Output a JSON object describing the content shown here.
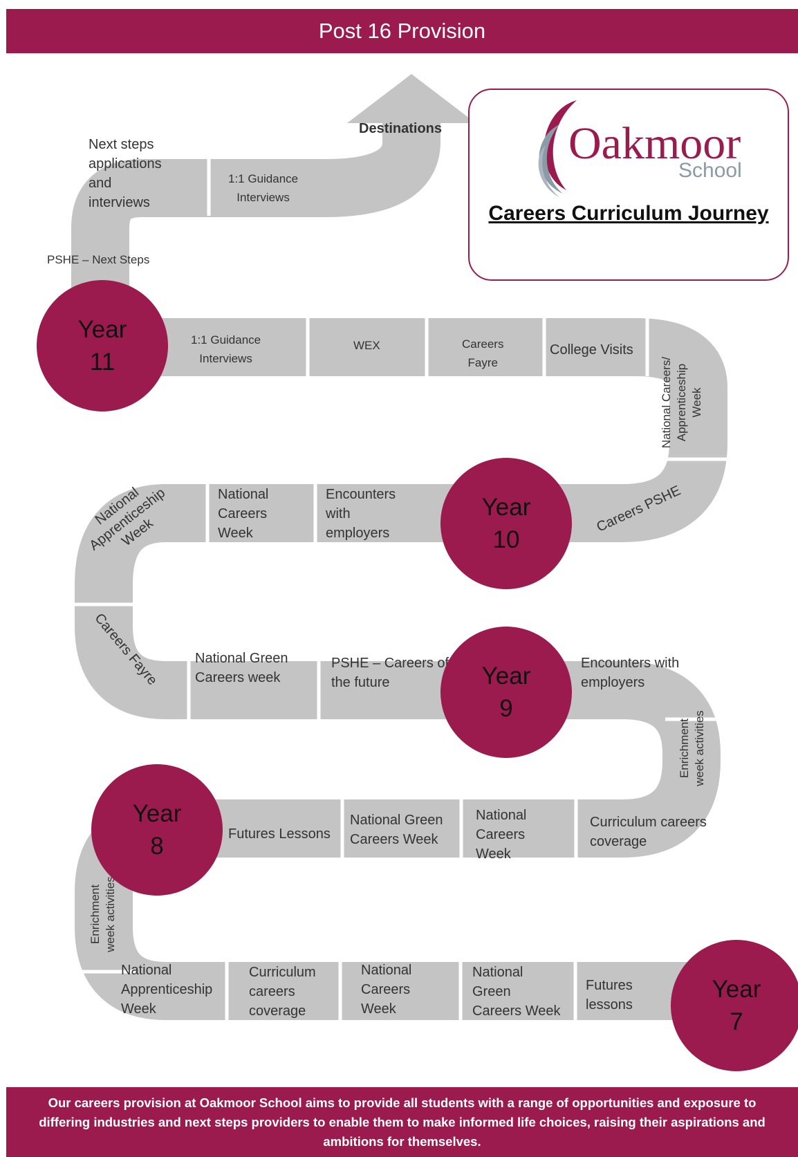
{
  "header": {
    "title": "Post 16 Provision"
  },
  "logo": {
    "name": "Oakmoor",
    "sub": "School",
    "title": "Careers Curriculum Journey"
  },
  "destinations": "Destinations",
  "years": {
    "y7": {
      "label": "Year",
      "num": "7"
    },
    "y8": {
      "label": "Year",
      "num": "8"
    },
    "y9": {
      "label": "Year",
      "num": "9"
    },
    "y10": {
      "label": "Year",
      "num": "10"
    },
    "y11": {
      "label": "Year",
      "num": "11"
    }
  },
  "post16": {
    "next_steps": "Next steps\napplications\nand\ninterviews",
    "guidance": "1:1 Guidance\nInterviews",
    "pshe": "PSHE – Next Steps"
  },
  "year11": {
    "guidance": "1:1 Guidance\nInterviews",
    "wex": "WEX",
    "fayre": "Careers\nFayre",
    "college": "College Visits",
    "nat_careers": "National Careers/\nApprenticeship\nWeek"
  },
  "year10": {
    "pshe": "Careers PSHE",
    "encounters": "Encounters\nwith\nemployers",
    "nat_careers": "National\nCareers\nWeek",
    "nat_app": "National\nApprenticeship\nWeek"
  },
  "year9": {
    "fayre": "Careers Fayre",
    "green": "National Green\nCareers week",
    "pshe_future": "PSHE – Careers of\nthe future",
    "encounters": "Encounters with\nemployers",
    "enrichment": "Enrichment\nweek activities"
  },
  "year8": {
    "futures": "Futures Lessons",
    "green": "National Green\nCareers Week",
    "nat_careers": "National\nCareers\nWeek",
    "curriculum": "Curriculum careers\ncoverage",
    "enrichment": "Enrichment\nweek activities"
  },
  "year7": {
    "nat_app": "National\nApprenticeship\nWeek",
    "curriculum": "Curriculum\ncareers\ncoverage",
    "nat_careers": "National\nCareers\nWeek",
    "green": "National\nGreen\nCareers Week",
    "futures": "Futures\nlessons"
  },
  "footer": {
    "text": "Our careers provision at Oakmoor School aims to provide all students with a range of opportunities and exposure to differing industries and next steps providers to enable them to make informed life choices, raising their aspirations and ambitions for themselves."
  },
  "colors": {
    "accent": "#9b1b4e",
    "road": "#c4c4c4",
    "logo_grey": "#8a9aa6"
  }
}
